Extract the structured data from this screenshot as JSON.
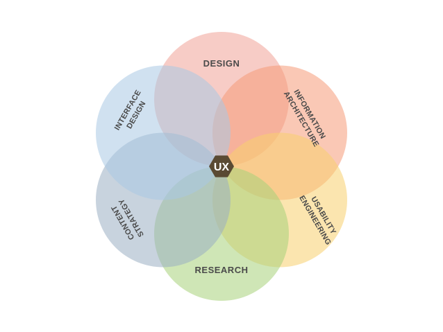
{
  "diagram": {
    "center_label": "UX",
    "center_color": "#5a4a33",
    "disciplines": [
      {
        "id": "design",
        "label_lines": [
          "DESIGN"
        ],
        "color": "#f1a397"
      },
      {
        "id": "information-architecture",
        "label_lines": [
          "INFORMATION",
          "ARCHITECTURE"
        ],
        "color": "#f59a78"
      },
      {
        "id": "usability-engineering",
        "label_lines": [
          "USABILITY",
          "ENGINEERING"
        ],
        "color": "#f7cf6e"
      },
      {
        "id": "research",
        "label_lines": [
          "RESEARCH"
        ],
        "color": "#a8d27a"
      },
      {
        "id": "content-strategy",
        "label_lines": [
          "CONTENT",
          "STRATEGY"
        ],
        "color": "#9aaec2"
      },
      {
        "id": "interface-design",
        "label_lines": [
          "INTERFACE",
          "DESIGN"
        ],
        "color": "#a9c9e3"
      }
    ]
  }
}
